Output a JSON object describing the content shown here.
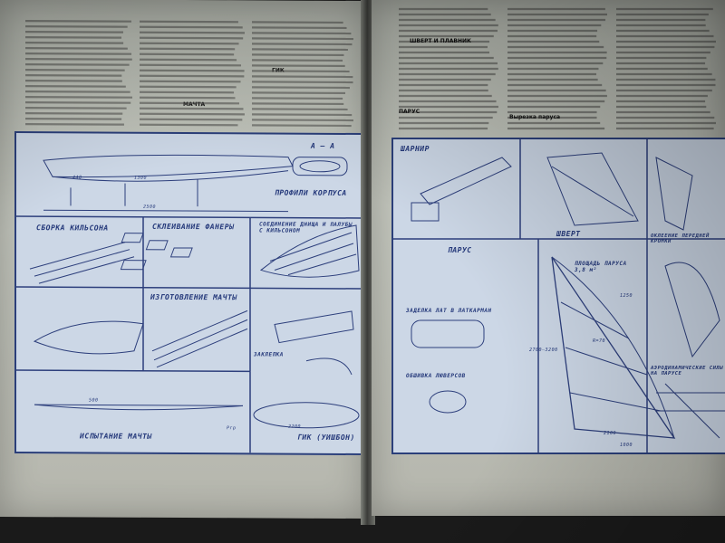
{
  "left_page": {
    "col1_text": "",
    "col2_text": "",
    "col3_text": "",
    "heading_machta": "МАЧТА",
    "heading_gik": "ГИК",
    "blueprint_labels": {
      "profile": "ПРОФИЛИ КОРПУСА",
      "section": "А – А",
      "kilson": "СБОРКА КИЛЬСОНА",
      "fanera": "СКЛЕИВАНИЕ ФАНЕРЫ",
      "dnishe": "СОЕДИНЕНИЕ ДНИЩА И ПАЛУБЫ С КИЛЬСОНОМ",
      "machta_make": "ИЗГОТОВЛЕНИЕ МАЧТЫ",
      "test": "ИСПЫТАНИЕ МАЧТЫ",
      "gik": "ГИК (УИШБОН)",
      "zaklepka": "ЗАКЛЕПКА",
      "dims": [
        "2500",
        "1300",
        "440",
        "2200",
        "500",
        "Ргр"
      ]
    }
  },
  "right_page": {
    "heading_shvert": "ШВЕРТ И ПЛАВНИК",
    "heading_parus": "ПАРУС",
    "heading_vyrezka": "Вырезка паруса",
    "blueprint_labels": {
      "sharnir": "ШАРНИР",
      "shvert": "ШВЕРТ",
      "parus": "ПАРУС",
      "ploshad": "ПЛОЩАДЬ ПАРУСА 3,8 м²",
      "zadelka": "ЗАДЕЛКА ЛАТ В ЛАТКАРМАН",
      "obshivka": "ОБШИВКА ЛЮВЕРСОВ",
      "aero": "АЭРОДИНАМИЧЕСКИЕ СИЛЫ НА ПАРУСЕ",
      "okleenie": "ОКЛЕЕНИЕ ПЕРЕДНЕЙ КРОМКИ",
      "dims": [
        "2700–3200",
        "2100",
        "1250",
        "R=70",
        "1000"
      ]
    }
  }
}
